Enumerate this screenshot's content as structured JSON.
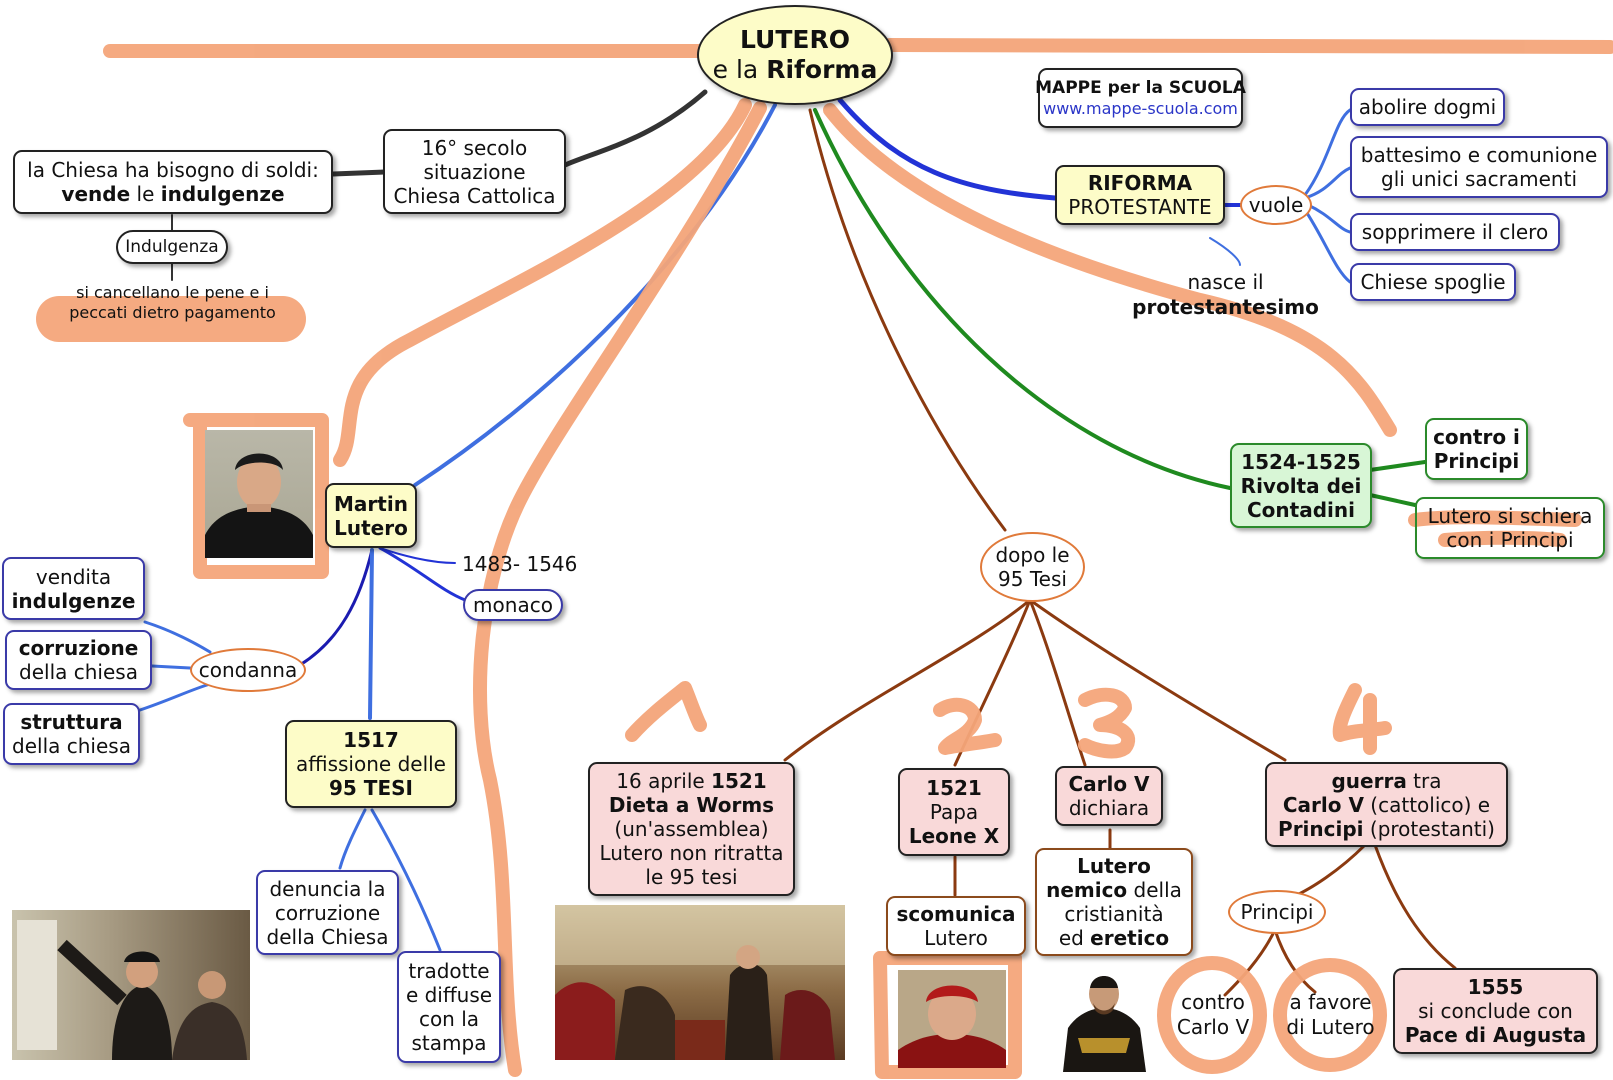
{
  "title": {
    "line1": "LUTERO",
    "line2a": "e la ",
    "line2b": "Riforma"
  },
  "credit": {
    "name": "MAPPE per la SCUOLA",
    "url": "www.mappe-scuola.com"
  },
  "nodes": {
    "secolo": {
      "l1": "16° secolo",
      "l2": "situazione",
      "l3": "Chiesa Cattolica"
    },
    "chiesa_soldi": {
      "l1": "la Chiesa ha bisogno di soldi:",
      "l2a": "vende",
      "l2b": " le ",
      "l2c": "indulgenze"
    },
    "indulgenza": "Indulgenza",
    "indulgenza_def": {
      "l1": "si cancellano le pene e i",
      "l2": "peccati dietro pagamento"
    },
    "martin": {
      "l1": "Martin",
      "l2": "Lutero"
    },
    "dates": "1483- 1546",
    "monaco": "monaco",
    "condanna": "condanna",
    "vendita": {
      "l1": "vendita",
      "l2": "indulgenze"
    },
    "corruzione": {
      "l1": "corruzione",
      "l2": "della chiesa"
    },
    "struttura": {
      "l1": "struttura",
      "l2": "della chiesa"
    },
    "tesi1517": {
      "l1": "1517",
      "l2": "affissione delle",
      "l3": "95 TESI"
    },
    "denuncia": {
      "l1": "denuncia la",
      "l2": "corruzione",
      "l3": "della Chiesa"
    },
    "tradotte": {
      "l1": "tradotte",
      "l2": "e diffuse",
      "l3": "con la",
      "l4": "stampa"
    },
    "riforma": {
      "l1": "RIFORMA",
      "l2": "PROTESTANTE"
    },
    "vuole": "vuole",
    "abolire": "abolire dogmi",
    "battesimo": {
      "l1": "battesimo e comunione",
      "l2": "gli unici sacramenti"
    },
    "sopprimere": "sopprimere il clero",
    "chiese": "Chiese spoglie",
    "nasce": {
      "l1": "nasce il",
      "l2": "protestantesimo"
    },
    "rivolta": {
      "l1": "1524-1525",
      "l2": "Rivolta dei",
      "l3": "Contadini"
    },
    "contro_principi": {
      "l1": "contro i",
      "l2": "Principi"
    },
    "schiera": {
      "l1": "Lutero si schiera",
      "l2": "con i Principi"
    },
    "dopo": {
      "l1": "dopo le",
      "l2": "95 Tesi"
    },
    "worms": {
      "l1a": "16 aprile ",
      "l1b": "1521",
      "l2": "Dieta a Worms",
      "l3": "(un'assemblea)",
      "l4": "Lutero non ritratta",
      "l5": "le 95 tesi"
    },
    "papa": {
      "l1": "1521",
      "l2": "Papa",
      "l3": "Leone X"
    },
    "scomunica": {
      "l1": "scomunica",
      "l2": "Lutero"
    },
    "carlo": {
      "l1": "Carlo V",
      "l2": "dichiara"
    },
    "nemico": {
      "l1": "Lutero",
      "l2a": "nemico",
      "l2b": " della",
      "l3": "cristianità",
      "l4a": "ed ",
      "l4b": "eretico"
    },
    "guerra": {
      "l1a": "guerra",
      "l1b": " tra",
      "l2a": "Carlo V",
      "l2b": " (cattolico) e",
      "l3a": "Principi",
      "l3b": " (protestanti)"
    },
    "principi": "Principi",
    "contro_carlo": {
      "l1": "contro",
      "l2": "Carlo V"
    },
    "favore": {
      "l1": "a favore",
      "l2": "di Lutero"
    },
    "augusta": {
      "l1": "1555",
      "l2": "si conclude con",
      "l3": "Pace di Augusta"
    }
  },
  "annotations": {
    "n1": "1",
    "n2": "2",
    "n3": "3",
    "n4": "4"
  },
  "colors": {
    "highlight": "#f4a57a",
    "blue": "#2a3fd6",
    "green": "#1f8a1f",
    "brown": "#8b3a10",
    "black": "#333333",
    "pink": "#f9d9d9",
    "yellow": "#fdfcc8"
  },
  "pictures": [
    "portrait-luther",
    "luther-nailing-theses",
    "diet-of-worms-painting",
    "pope-leo-portrait",
    "charles-v-portrait"
  ]
}
